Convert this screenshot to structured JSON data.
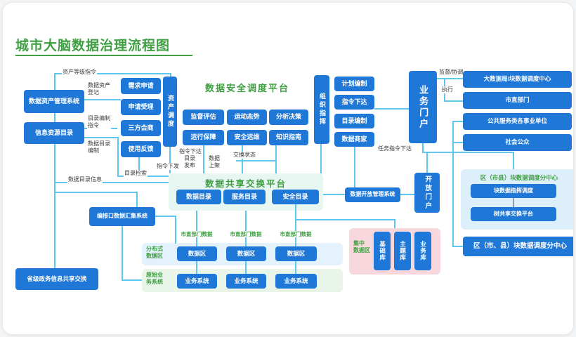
{
  "title": "城市大脑数据治理流程图",
  "colors": {
    "accent_green": "#3f9f42",
    "node_blue": "#1f78d8",
    "connector_cyan": "#5fc6ee",
    "panel_light_blue": "#ddeffa",
    "panel_mint": "#e8f6f2",
    "panel_light_green": "#eaf5ea",
    "panel_pink": "#f8d8dc"
  },
  "nodes": {
    "data_asset_mgmt": "数据资产管理系统",
    "info_resource_catalog": "信息资源目录",
    "demand_apply": "需求申请",
    "apply_accept": "申请受理",
    "tripartite_consult": "三方会商",
    "usage_feedback": "使用反馈",
    "asset_dispatch": "资产调度",
    "supervise_evaluate": "监督评估",
    "operation_situation": "运动态势",
    "analysis_decision": "分析决策",
    "operation_support": "运行保障",
    "security_ops": "安全运维",
    "knowledge_guide": "知识指南",
    "org_command": "组织指挥",
    "plan_compile": "计划编制",
    "instruction_issue": "指令下达",
    "catalog_compile": "目录编制",
    "data_merchant": "数据商家",
    "business_portal": "业务门户",
    "big_data_bureau": "大数据局/块数据调度中心",
    "city_departments": "市直部门",
    "public_service_units": "公共服务类各事业单位",
    "social_public": "社会公众",
    "block_data_command": "块数据指挥调度",
    "tree_share_platform": "树共享交换平台",
    "district_center_2": "区（市、县）块数据调度分中心",
    "data_catalog": "数据目录",
    "service_catalog": "服务目录",
    "security_catalog": "安全目录",
    "data_open_mgmt": "数据开放管理系统",
    "open_portal": "开放门户",
    "interface_data_collection": "编接口数据汇集系统",
    "provincial_exchange": "省级政务信息共享交换",
    "data_zone": "数据区",
    "business_system": "业务系统",
    "base_lib": "基础库",
    "theme_lib": "主题库",
    "business_lib": "业务库"
  },
  "panels": {
    "security_platform_title": "数据安全调度平台",
    "share_platform_title": "数据共享交换平台",
    "district_center_title": "区（市县）块数据调度分中心",
    "distributed_zone_label": "分布式\n数据区",
    "original_biz_label": "原始业\n务系统",
    "central_zone_label": "集中\n数据区"
  },
  "labels": {
    "asset_grade_cmd": "资产等级指令",
    "data_asset_reg": "数据资产\n登记",
    "catalog_compile_cmd": "目录编制\n指令",
    "data_catalog_compile": "数据目录\n编制",
    "data_catalog_info": "数据目录信息",
    "catalog_search": "目录检索",
    "cmd_issue": "指令下达",
    "cmd_send": "指令下发",
    "catalog_publish": "目录\n发布",
    "data_shelf": "数据\n上架",
    "exchange_status": "交换状态",
    "supervise_coordinate": "监督/协调",
    "execute": "执行",
    "task_cmd_issue": "任务指令下达",
    "city_dept_data": "市直部门数据"
  }
}
